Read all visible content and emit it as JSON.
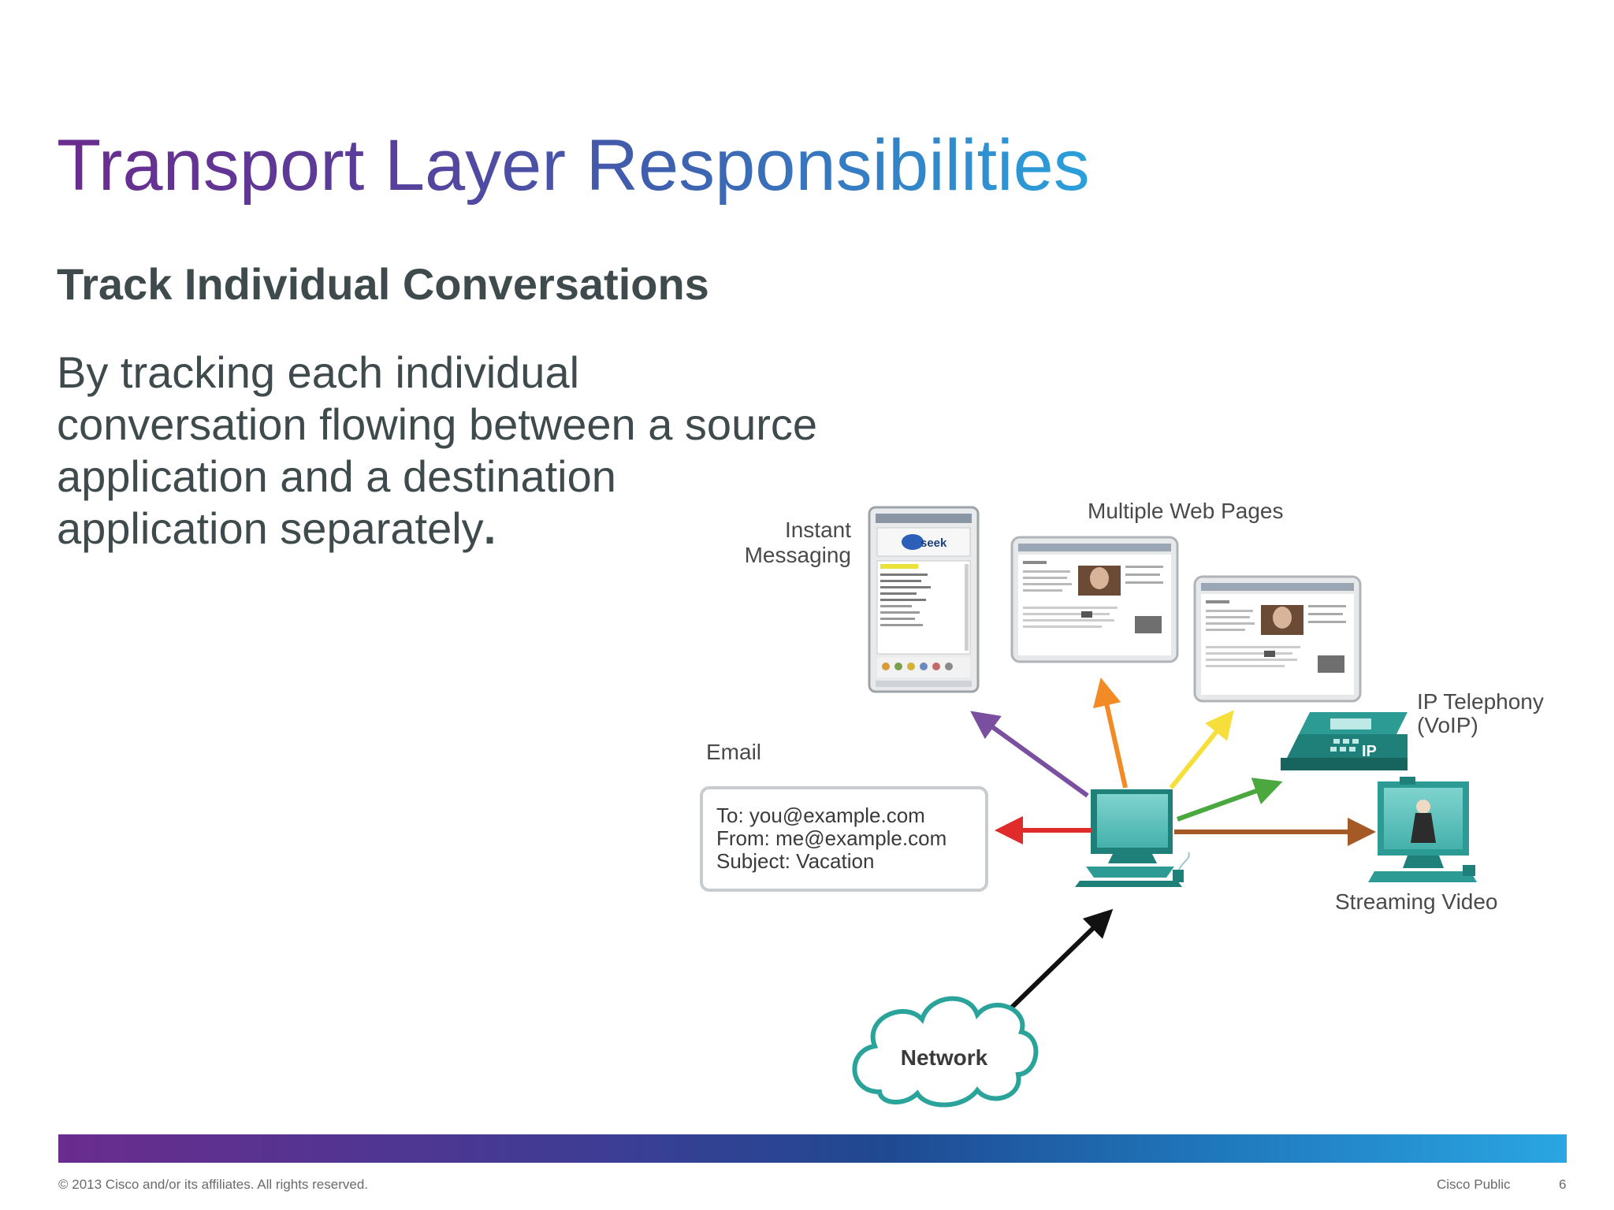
{
  "slide": {
    "title": "Transport Layer Responsibilities",
    "subtitle": "Track Individual Conversations",
    "body": "By tracking each individual conversation flowing between a source application and a destination application separately",
    "body_end": "."
  },
  "diagram": {
    "instant_messaging_line1": "Instant",
    "instant_messaging_line2": "Messaging",
    "im_window_brand": "seek",
    "web_pages": "Multiple Web Pages",
    "ip_telephony_line1": "IP Telephony",
    "ip_telephony_line2": "(VoIP)",
    "phone_badge": "IP",
    "email_label": "Email",
    "email_to": "To: you@example.com",
    "email_from": "From: me@example.com",
    "email_subject": "Subject: Vacation",
    "streaming_video": "Streaming Video",
    "network": "Network"
  },
  "colors": {
    "teal": "#2a9d96",
    "arrow_purple": "#7b4fa0",
    "arrow_orange": "#f28a26",
    "arrow_yellow": "#f6df3a",
    "arrow_green": "#4aa83f",
    "arrow_red": "#e02b2b",
    "arrow_brown": "#a55a26",
    "arrow_black": "#111111"
  },
  "footer": {
    "copyright": "© 2013 Cisco and/or its affiliates. All rights reserved.",
    "classification": "Cisco Public",
    "page_number": "6"
  }
}
